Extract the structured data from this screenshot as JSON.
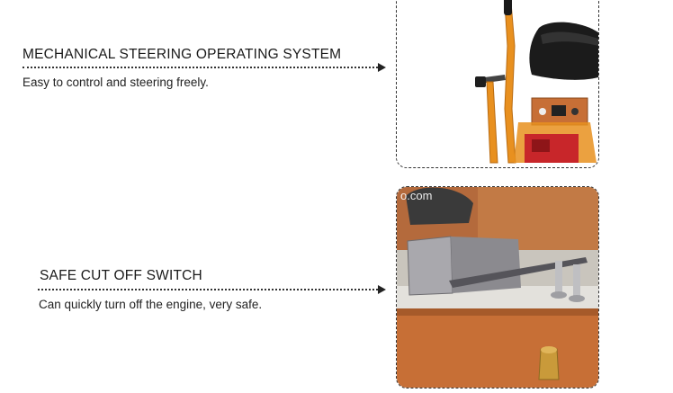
{
  "features": [
    {
      "title": "MECHANICAL STEERING OPERATING SYSTEM",
      "description": "Easy to control and steering freely."
    },
    {
      "title": "SAFE CUT OFF SWITCH",
      "description": "Can quickly turn off the engine, very safe.",
      "watermark": "o.com"
    }
  ],
  "colors": {
    "handle_orange": "#e8901f",
    "seat_black": "#1b1b1b",
    "engine_red": "#c8262a",
    "panel_copper": "#c76f36",
    "switch_grey": "#9a9a9e"
  }
}
